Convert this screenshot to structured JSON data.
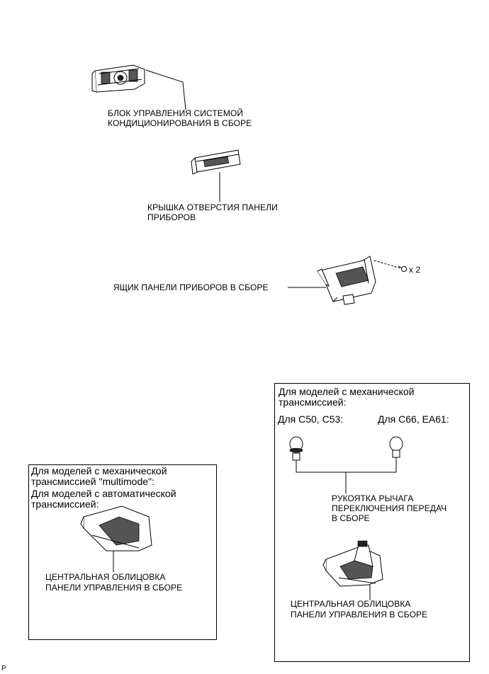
{
  "parts": {
    "ac_control": {
      "label_line1": "БЛОК УПРАВЛЕНИЯ СИСТЕМОЙ",
      "label_line2": "КОНДИЦИОНИРОВАНИЯ В СБОРЕ"
    },
    "hole_cover": {
      "label_line1": "КРЫШКА ОТВЕРСТИЯ ПАНЕЛИ",
      "label_line2": "ПРИБОРОВ"
    },
    "box_assembly": {
      "label": "ЯЩИК ПАНЕЛИ ПРИБОРОВ В СБОРЕ",
      "screw_qty": "x 2"
    }
  },
  "left_box": {
    "header_line1": "Для моделей с механической",
    "header_line2": "трансмиссией \"multimode\":",
    "header_line3": "Для моделей с автоматической",
    "header_line4": "трансмиссией:",
    "part_line1": "ЦЕНТРАЛЬНАЯ ОБЛИЦОВКА",
    "part_line2": "ПАНЕЛИ УПРАВЛЕНИЯ В СБОРЕ"
  },
  "right_box": {
    "header_line1": "Для моделей с механической",
    "header_line2": "трансмиссией:",
    "variant_a": "Для C50, C53:",
    "variant_b": "Для C66, EA61:",
    "knob_line1": "РУКОЯТКА РЫЧАГА",
    "knob_line2": "ПЕРЕКЛЮЧЕНИЯ ПЕРЕДАЧ",
    "knob_line3": "В СБОРЕ",
    "part_line1": "ЦЕНТРАЛЬНАЯ ОБЛИЦОВКА",
    "part_line2": "ПАНЕЛИ УПРАВЛЕНИЯ В СБОРЕ"
  },
  "footer_mark": "P"
}
